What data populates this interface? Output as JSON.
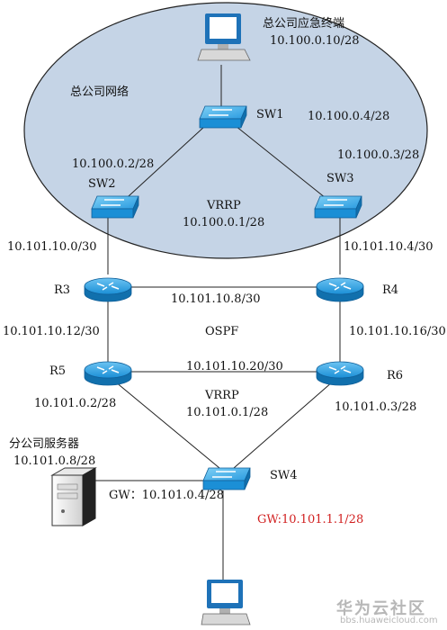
{
  "labels": {
    "hq_terminal_title": "总公司应急终端",
    "hq_terminal_ip": "10.100.0.10/28",
    "hq_network": "总公司网络",
    "sw1": "SW1",
    "sw1_ip": "10.100.0.4/28",
    "sw3_ip": "10.100.0.3/28",
    "sw2_ip": "10.100.0.2/28",
    "sw2": "SW2",
    "sw3": "SW3",
    "vrrp_top": "VRRP",
    "vrrp_top_ip": "10.100.0.1/28",
    "link_sw2_r3": "10.101.10.0/30",
    "link_sw3_r4": "10.101.10.4/30",
    "r3": "R3",
    "r4": "R4",
    "link_r3_r4": "10.101.10.8/30",
    "link_r3_r5": "10.101.10.12/30",
    "ospf": "OSPF",
    "link_r4_r6": "10.101.10.16/30",
    "r5": "R5",
    "link_r5_r6": "10.101.10.20/30",
    "r6": "R6",
    "r5_ip": "10.101.0.2/28",
    "vrrp_bottom": "VRRP",
    "vrrp_bottom_ip": "10.101.0.1/28",
    "r6_ip": "10.101.0.3/28",
    "branch_server_title": "分公司服务器",
    "branch_server_ip": "10.101.0.8/28",
    "sw4": "SW4",
    "gw_left": "GW：10.101.0.4/28",
    "gw_red": "GW:10.101.1.1/28"
  },
  "watermark": {
    "brand": "华为云社区",
    "url": "bbs.huaweicloud.com"
  },
  "colors": {
    "cloud_fill": "#c5d4e6",
    "device_blue": "#1b8fd6",
    "red_text": "#d11f1f"
  }
}
